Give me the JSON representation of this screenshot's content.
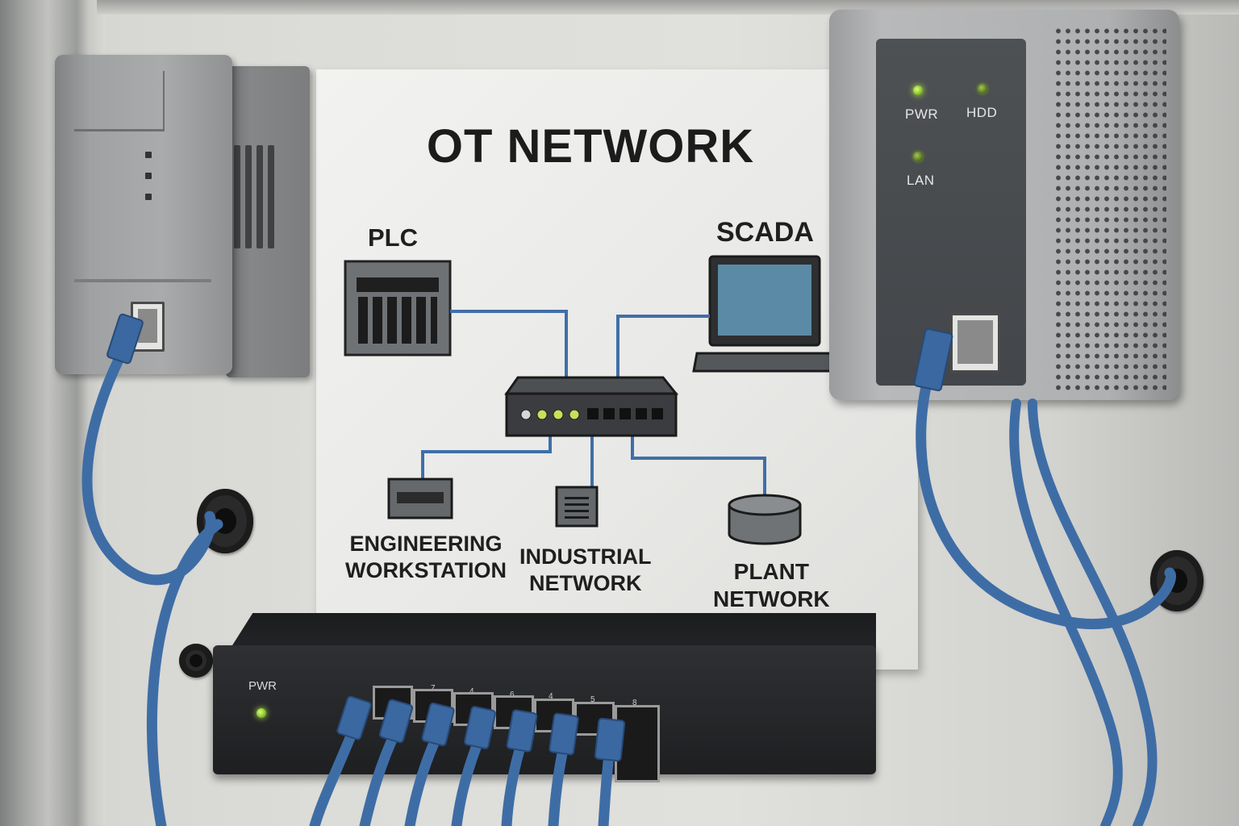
{
  "poster": {
    "title": "OT NETWORK",
    "labels": {
      "plc": "PLC",
      "scada": "SCADA",
      "engineering": "ENGINEERING\nWORKSTATION",
      "industrial": "INDUSTRIAL\nNETWORK",
      "plant": "PLANT\nNETWORK"
    }
  },
  "nvr_device": {
    "leds": [
      {
        "label": "PWR",
        "state": "on"
      },
      {
        "label": "HDD",
        "state": "on"
      },
      {
        "label": "LAN",
        "state": "on"
      }
    ]
  },
  "switch": {
    "power_label": "PWR",
    "port_numbers": [
      "7",
      "4",
      "6",
      "4",
      "5",
      "8"
    ]
  },
  "colors": {
    "cable": "#3e6da6",
    "diagram_line": "#3f6fa8",
    "led_green": "#9ed836",
    "screen": "#5a8aa5"
  }
}
